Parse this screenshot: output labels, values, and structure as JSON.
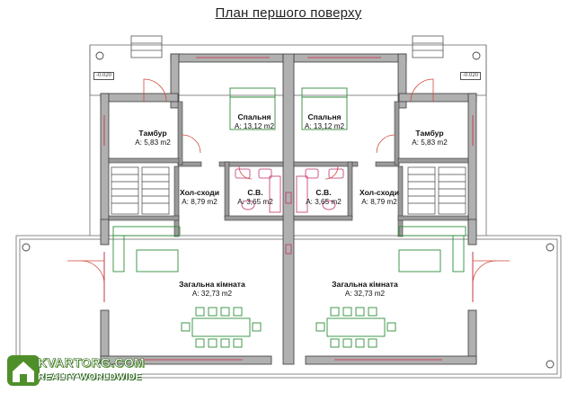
{
  "title": "План першого поверху",
  "level_marks": {
    "left": "-0.020",
    "right": "-0.020"
  },
  "rooms": {
    "bedroom_left": {
      "name": "Спальня",
      "area": "А: 13,12 m2"
    },
    "bedroom_right": {
      "name": "Спальня",
      "area": "А: 13,12 m2"
    },
    "vestibule_left": {
      "name": "Тамбур",
      "area": "А: 5,83 m2"
    },
    "vestibule_right": {
      "name": "Тамбур",
      "area": "А: 5,83 m2"
    },
    "hall_left": {
      "name": "Хол-сходи",
      "area": "А: 8,79 m2"
    },
    "hall_right": {
      "name": "Хол-сходи",
      "area": "А: 8,79 m2"
    },
    "wc_left": {
      "name": "С.В.",
      "area": "А: 3,65 m2"
    },
    "wc_right": {
      "name": "С.В.",
      "area": "А: 3,65 m2"
    },
    "living_left": {
      "name": "Загальна кімната",
      "area": "А: 32,73 m2"
    },
    "living_right": {
      "name": "Загальна кімната",
      "area": "А: 32,73 m2"
    }
  },
  "watermark": {
    "brand": "KVARTORG.COM",
    "tagline": "REALTY WORLDWIDE"
  },
  "colors": {
    "wall": "#a7a7a7",
    "wall_outline": "#3a3a3a",
    "furniture": "#2f8f3a",
    "fixtures": "#c0306a",
    "door": "#d24a3a",
    "partition": "#7a7a7a"
  }
}
